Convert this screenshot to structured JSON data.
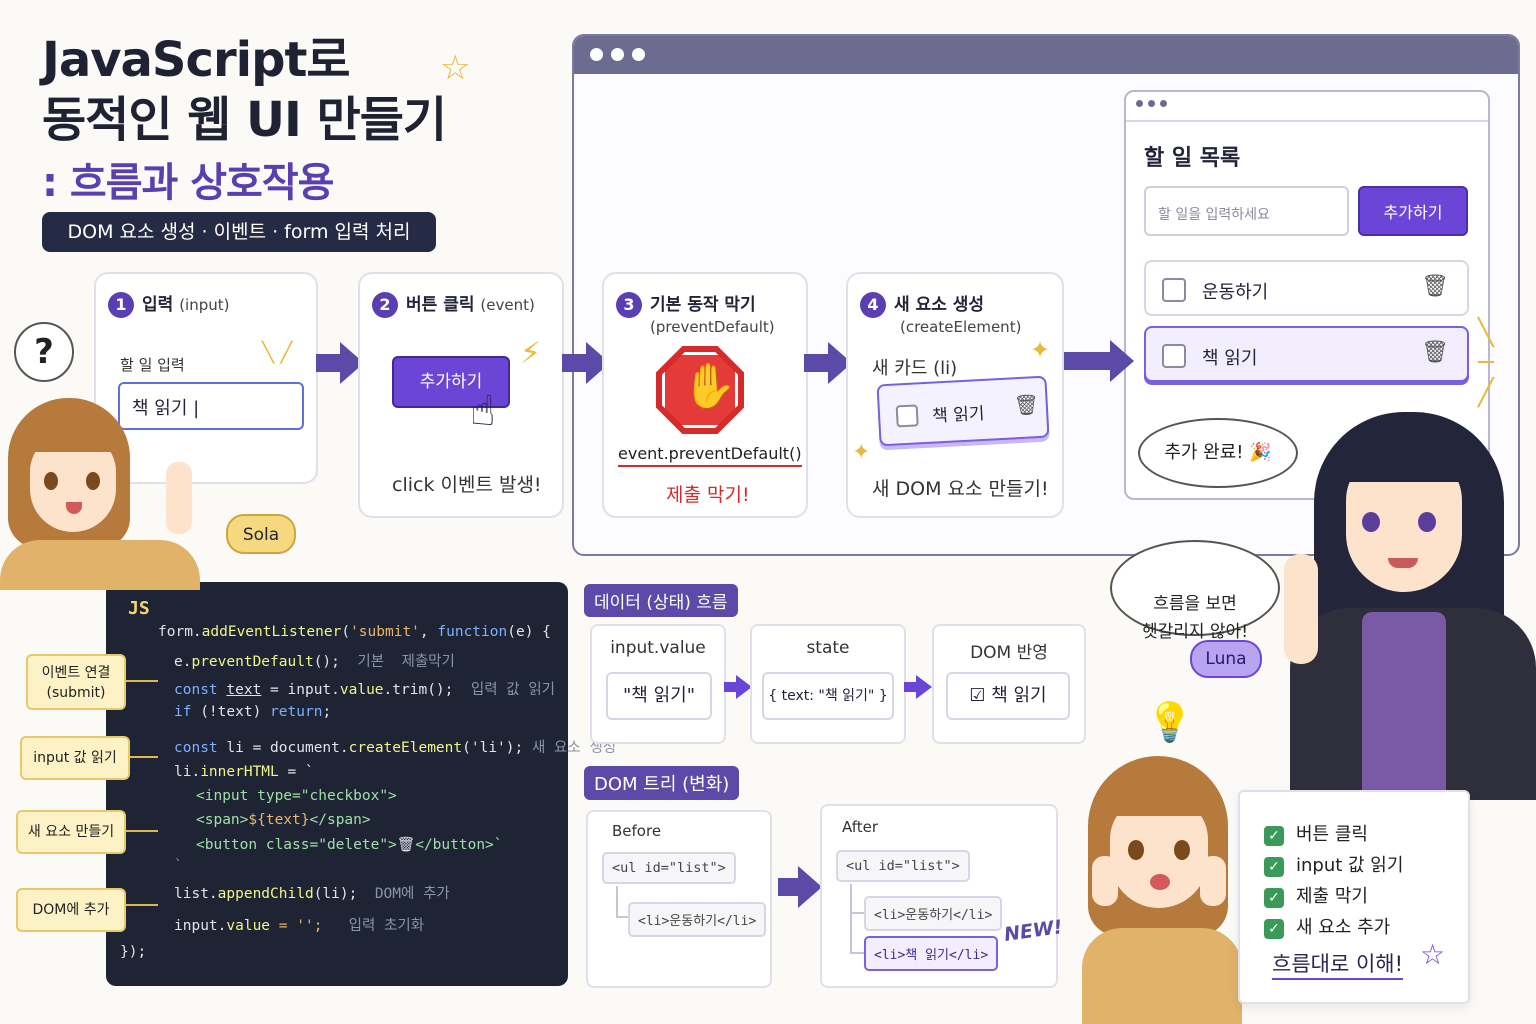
{
  "title": {
    "line1": "JavaScript로",
    "line2": "동적인 웹 UI 만들기",
    "subtitle": ": 흐름과 상호작용",
    "tagline": "DOM 요소 생성 · 이벤트 · form 입력 처리"
  },
  "steps": [
    {
      "num": "1",
      "title": "입력",
      "sub": "(input)",
      "field_label": "할 일 입력",
      "field_value": "책 읽기 |"
    },
    {
      "num": "2",
      "title": "버튼 클릭",
      "sub": "(event)",
      "button": "추가하기",
      "caption": "click 이벤트 발생!"
    },
    {
      "num": "3",
      "title": "기본 동작 막기",
      "sub": "(preventDefault)",
      "code": "event.preventDefault()",
      "caption": "제출 막기!"
    },
    {
      "num": "4",
      "title": "새 요소 생성",
      "sub": "(createElement)",
      "card_label": "새 카드 (li)",
      "card_item": "책 읽기",
      "caption": "새 DOM 요소 만들기!"
    }
  ],
  "todo_app": {
    "title": "할 일 목록",
    "input_placeholder": "할 일을 입력하세요",
    "add_button": "추가하기",
    "items": [
      {
        "label": "운동하기",
        "checked": false,
        "highlighted": false
      },
      {
        "label": "책 읽기",
        "checked": false,
        "highlighted": true
      }
    ],
    "added_bubble": "추가 완료! 🎉"
  },
  "code_panel": {
    "lang": "JS",
    "lines": {
      "l1a": "form.",
      "l1b": "addEventListener",
      "l1c": "(",
      "l1d": "'submit'",
      "l1e": ", ",
      "l1f": "function",
      "l1g": "(e) {",
      "l2a": "e.",
      "l2b": "preventDefault",
      "l2c": "();",
      "l2d": "기본  제출막기",
      "l3a": "const ",
      "l3b": "text",
      "l3c": " = input.",
      "l3d": "value",
      "l3e": ".trim();",
      "l3f": "입력 값 읽기",
      "l4a": "if ",
      "l4b": "(!text) ",
      "l4c": "return",
      "l4d": ";",
      "l5a": "const ",
      "l5b": "li",
      "l5c": " = document.",
      "l5d": "createElement",
      "l5e": "('li');",
      "l5f": "새 요소 생성",
      "l6a": "li.",
      "l6b": "innerHTML",
      "l6c": " = `",
      "l7": "<input type=\"checkbox\">",
      "l8a": "<span>",
      "l8b": "${text}",
      "l8c": "</span>",
      "l9a": "<button class=\"delete\">",
      "l9b": "🗑",
      "l9c": "</button>`",
      "l10": "`",
      "l11a": "list.",
      "l11b": "appendChild",
      "l11c": "(li);",
      "l11d": "DOM에 추가",
      "l12a": "input.",
      "l12b": "value",
      "l12c": " = '';",
      "l12d": "입력 초기화",
      "l13": "});"
    },
    "notes": [
      "이벤트 연결\n(submit)",
      "input 값 읽기",
      "새 요소 만들기",
      "DOM에 추가"
    ]
  },
  "data_flow": {
    "heading": "데이터 (상태) 흐름",
    "boxes": [
      {
        "title": "input.value",
        "value": "\"책 읽기\""
      },
      {
        "title": "state",
        "value": "{ text: \"책 읽기\" }"
      },
      {
        "title": "DOM 반영",
        "value": "☑ 책 읽기"
      }
    ]
  },
  "dom_tree": {
    "heading": "DOM 트리 (변화)",
    "before": {
      "label": "Before",
      "nodes": [
        "<ul id=\"list\">",
        "<li>운동하기</li>"
      ]
    },
    "after": {
      "label": "After",
      "nodes": [
        "<ul id=\"list\">",
        "<li>운동하기</li>",
        "<li>책 읽기</li>"
      ],
      "new_badge": "NEW!"
    }
  },
  "characters": {
    "sola": {
      "name": "Sola",
      "bubble": "?"
    },
    "luna": {
      "name": "Luna",
      "bubble": "흐름을 보면\n헷갈리지 않아!"
    }
  },
  "checklist": {
    "items": [
      "버튼 클릭",
      "input 값 읽기",
      "제출 막기",
      "새 요소 추가"
    ],
    "footer": "흐름대로 이해!"
  },
  "colors": {
    "accent": "#6a45d6",
    "accent_dark": "#5b4aa8",
    "title": "#1f2233",
    "subtitle": "#5a3fb0",
    "stop_red": "#d62b2b",
    "check_green": "#3b9a5a",
    "code_bg": "#1e2433"
  }
}
